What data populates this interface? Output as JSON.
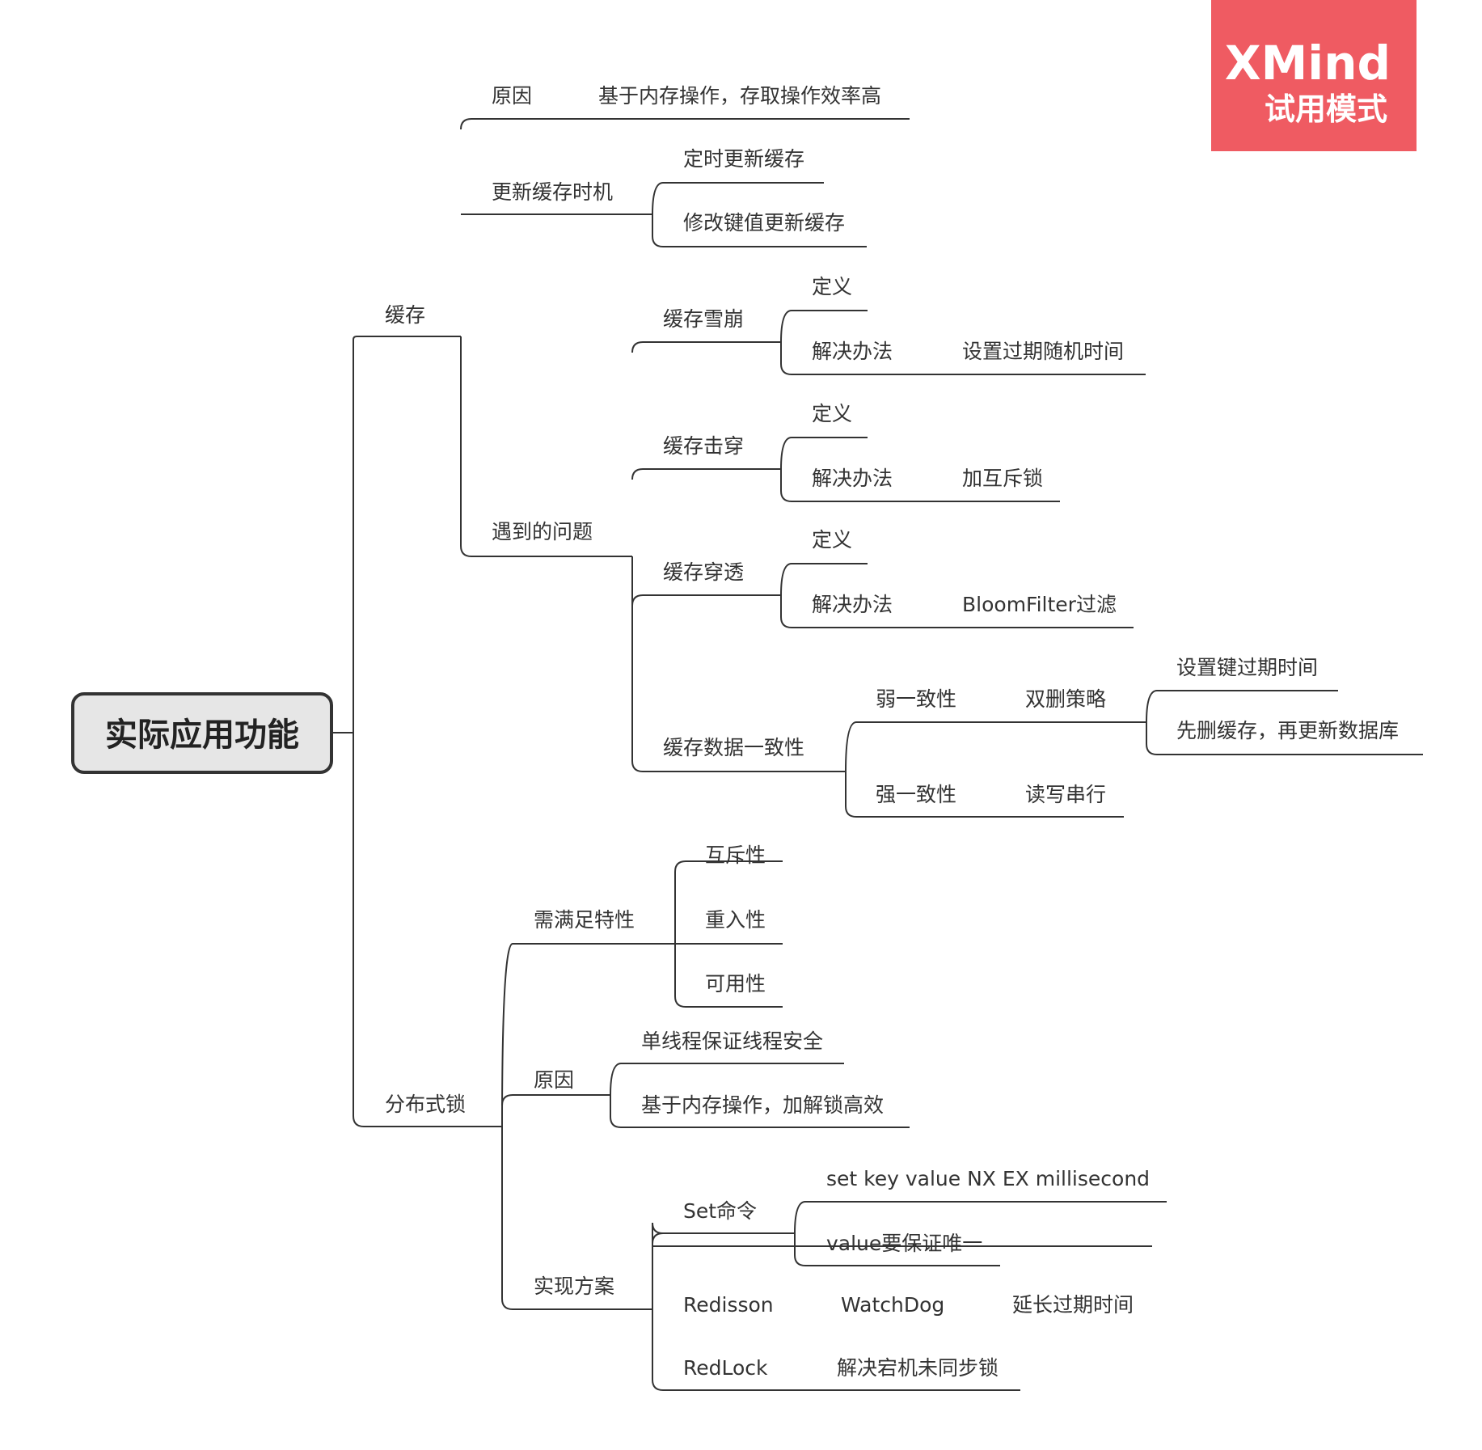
{
  "watermark": {
    "brand": "XMind",
    "mode": "试用模式",
    "color": "#ef5b62"
  },
  "colors": {
    "line": "#333333",
    "root_fill": "#e6e6e6",
    "text": "#333333"
  },
  "root": {
    "label": "实际应用功能"
  },
  "cache": {
    "label": "缓存",
    "reason": {
      "label": "原因",
      "detail": "基于内存操作，存取操作效率高"
    },
    "update_timing": {
      "label": "更新缓存时机",
      "items": [
        "定时更新缓存",
        "修改键值更新缓存"
      ]
    },
    "problems": {
      "label": "遇到的问题",
      "avalanche": {
        "label": "缓存雪崩",
        "definition": "定义",
        "solution": "解决办法",
        "solution_detail": "设置过期随机时间"
      },
      "breakdown": {
        "label": "缓存击穿",
        "definition": "定义",
        "solution": "解决办法",
        "solution_detail": "加互斥锁"
      },
      "penetration": {
        "label": "缓存穿透",
        "definition": "定义",
        "solution": "解决办法",
        "solution_detail": "BloomFilter过滤"
      },
      "consistency": {
        "label": "缓存数据一致性",
        "weak": {
          "label": "弱一致性",
          "strategy": "双删策略",
          "steps": [
            "设置键过期时间",
            "先删缓存，再更新数据库"
          ]
        },
        "strong": {
          "label": "强一致性",
          "strategy": "读写串行"
        }
      }
    }
  },
  "lock": {
    "label": "分布式锁",
    "requirements": {
      "label": "需满足特性",
      "items": [
        "互斥性",
        "重入性",
        "可用性"
      ]
    },
    "reason": {
      "label": "原因",
      "items": [
        "单线程保证线程安全",
        "基于内存操作，加解锁高效"
      ]
    },
    "implementation": {
      "label": "实现方案",
      "set_cmd": {
        "label": "Set命令",
        "items": [
          "set key value NX EX millisecond",
          "value要保证唯一"
        ]
      },
      "redisson": {
        "label": "Redisson",
        "child": "WatchDog",
        "detail": "延长过期时间"
      },
      "redlock": {
        "label": "RedLock",
        "detail": "解决宕机未同步锁"
      }
    }
  }
}
